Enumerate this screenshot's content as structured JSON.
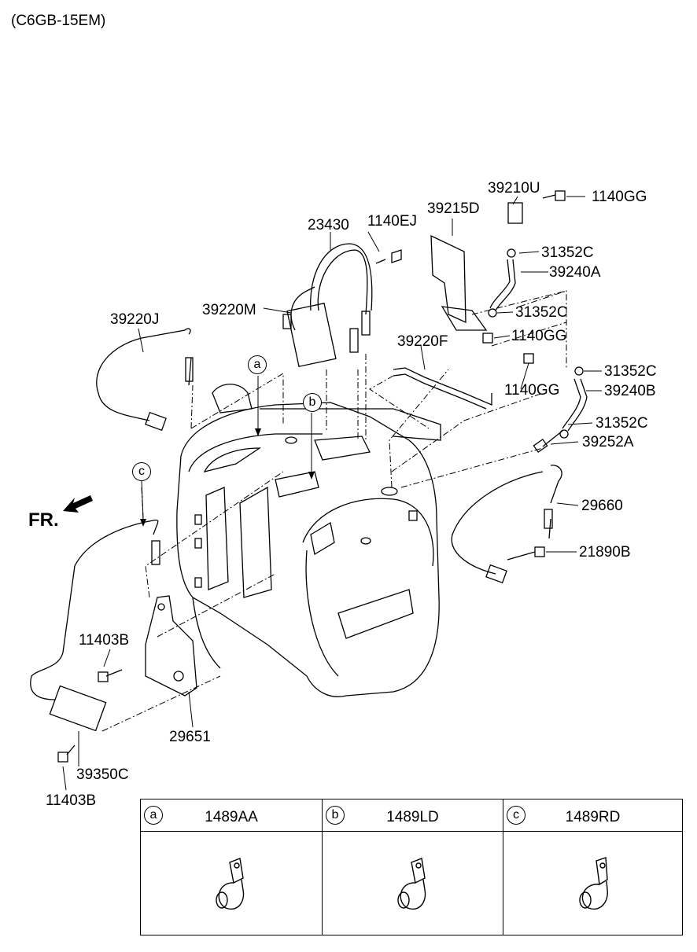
{
  "model_code": "(C6GB-15EM)",
  "direction": {
    "text": "FR.",
    "icon": "front-arrow-icon"
  },
  "callouts": [
    "a",
    "b",
    "c"
  ],
  "part_labels": [
    "23430",
    "1140EJ",
    "39215D",
    "39210U",
    "1140GG",
    "31352C",
    "39240A",
    "39220M",
    "31352C",
    "39220J",
    "1140GG",
    "39220F",
    "1140GG",
    "31352C",
    "39240B",
    "31352C",
    "39252A",
    "29660",
    "21890B",
    "11403B",
    "29651",
    "39350C",
    "11403B"
  ],
  "legend_table": [
    {
      "callout": "a",
      "part_number": "1489AA",
      "icon": "pipe-clamp-icon"
    },
    {
      "callout": "b",
      "part_number": "1489LD",
      "icon": "pipe-clamp-icon"
    },
    {
      "callout": "c",
      "part_number": "1489RD",
      "icon": "pipe-clamp-icon"
    }
  ]
}
